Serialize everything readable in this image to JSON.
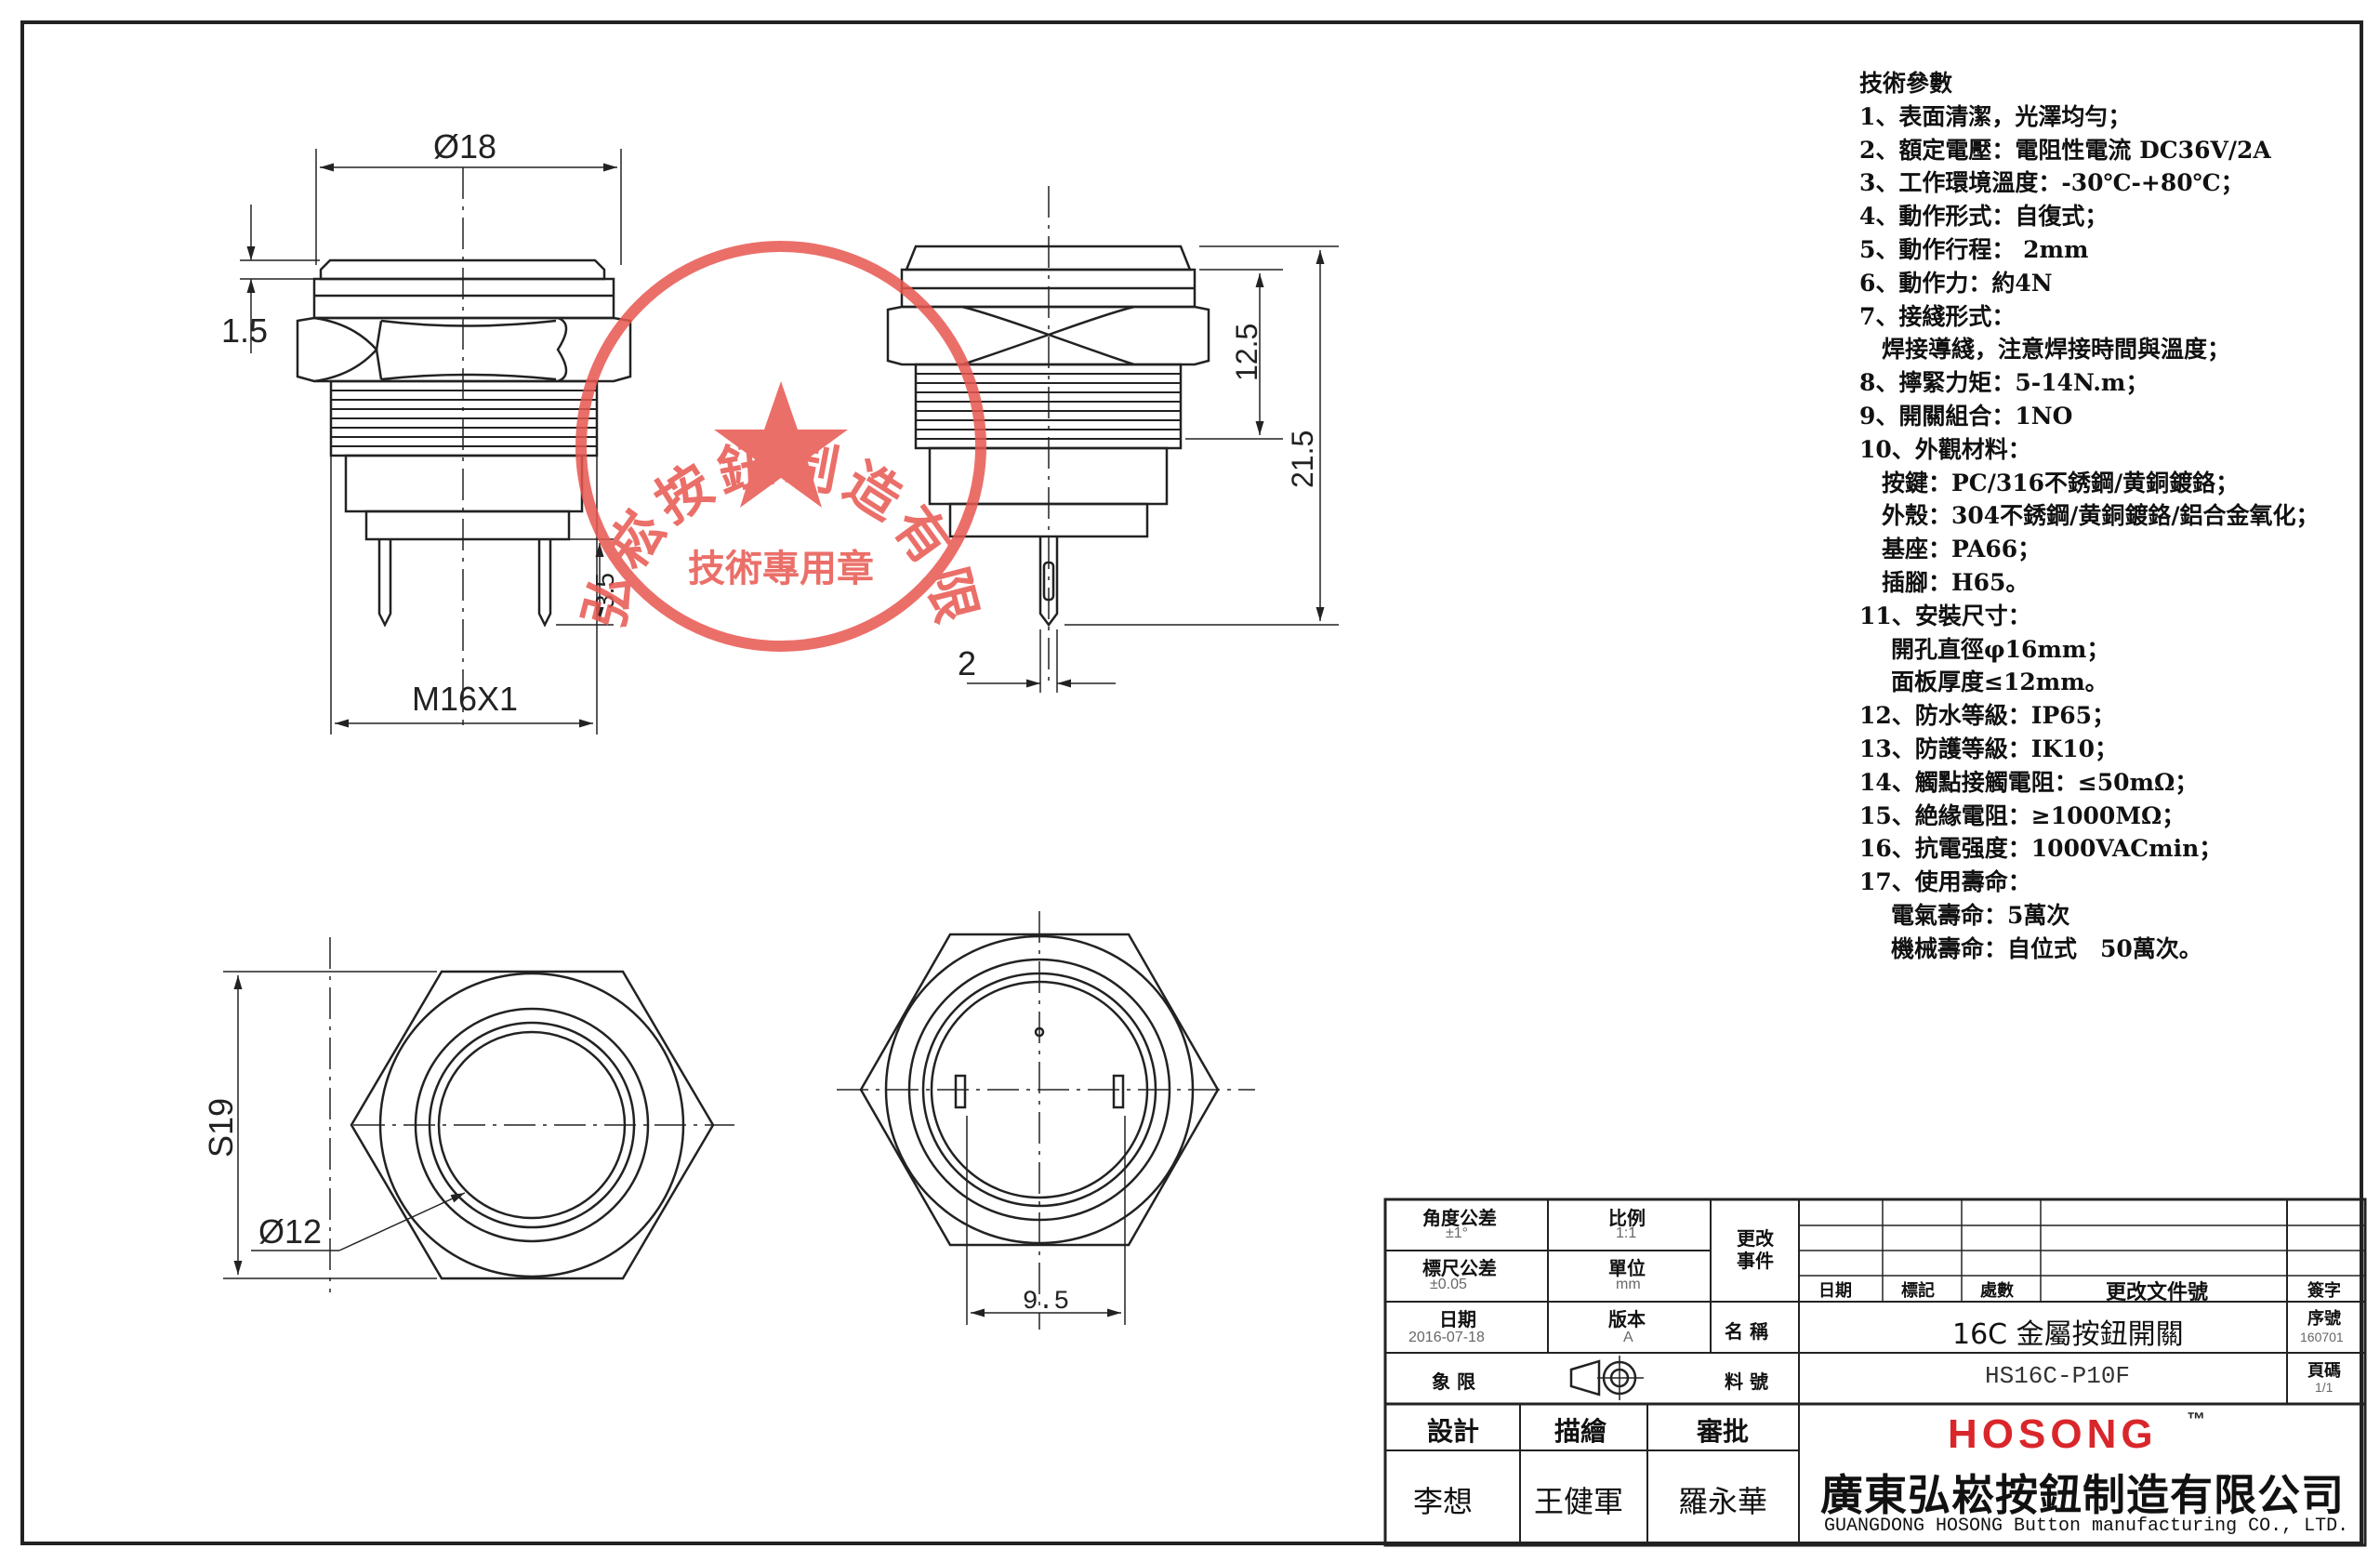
{
  "dimensions": {
    "dia18": "Ø18",
    "d15": "1.5",
    "d125": "12.5",
    "d215": "21.5",
    "d35": "3.5",
    "d2": "2",
    "m16": "M16X1",
    "s19": "S19",
    "dia12": "Ø12",
    "d95": "9.5"
  },
  "specs": {
    "title": "技術參數",
    "items": [
      "1、表面清潔，光澤均勻；",
      "2、額定電壓：電阻性電流 DC36V/2A",
      "3、工作環境溫度：-30℃-+80℃；",
      "4、動作形式：自復式；",
      "5、動作行程： 2mm",
      "6、動作力：約4N",
      "7、接綫形式：",
      "焊接導綫，注意焊接時間與溫度；",
      "8、擰緊力矩：5-14N.m；",
      "9、開關組合：1NO",
      "10、外觀材料：",
      "按鍵：PC/316不銹鋼/黄銅鍍鉻；",
      "外殼：304不銹鋼/黄銅鍍鉻/鋁合金氧化；",
      "基座：PA66；",
      "插腳：H65。",
      "11、安裝尺寸：",
      "開孔直徑φ16mm；",
      "面板厚度≤12mm。",
      "12、防水等級：IP65；",
      "13、防護等級：IK10；",
      "14、觸點接觸電阻：≤50mΩ；",
      "15、絶緣電阻：≥1000MΩ；",
      "16、抗電强度：1000VACmin；",
      "17、使用壽命：",
      "電氣壽命：5萬次",
      "機械壽命：自位式　50萬次。"
    ]
  },
  "stamp": {
    "text": "廣東弘崧按鈕制造有限公司",
    "subtext": "技術專用章"
  },
  "titleblock": {
    "angle_tol_label": "角度公差",
    "angle_tol_value": "±1°",
    "scale_label": "比例",
    "scale_value": "1:1",
    "change_label": "更改事件",
    "dim_tol_label": "標尺公差",
    "dim_tol_value": "±0.05",
    "unit_label": "單位",
    "unit_value": "mm",
    "date_label": "日期",
    "date_value": "2016-07-18",
    "version_label": "版本",
    "version_value": "A",
    "name_label": "名 稱",
    "name_value": "16C 金屬按鈕開關",
    "quadrant_label": "象 限",
    "partno_label": "料 號",
    "partno_value": "HS16C-P10F",
    "design_label": "設計",
    "draw_label": "描繪",
    "review_label": "審批",
    "designer": "李想",
    "drafter": "王健軍",
    "reviewer": "羅永華",
    "rev_date_label": "日期",
    "rev_mark_label": "標記",
    "rev_count_label": "處數",
    "rev_doc_label": "更改文件號",
    "sign_label": "簽字",
    "serial_label": "序號",
    "serial_value": "160701",
    "page_label": "頁碼",
    "page_value": "1/1",
    "brand": "HOSONG",
    "tm": "™",
    "company_cn": "廣東弘崧按鈕制造有限公司",
    "company_en": "GUANGDONG HOSONG Button manufacturing CO., LTD."
  },
  "colors": {
    "line": "#222222",
    "stamp": "#e8574f",
    "brand": "#d9262b"
  }
}
